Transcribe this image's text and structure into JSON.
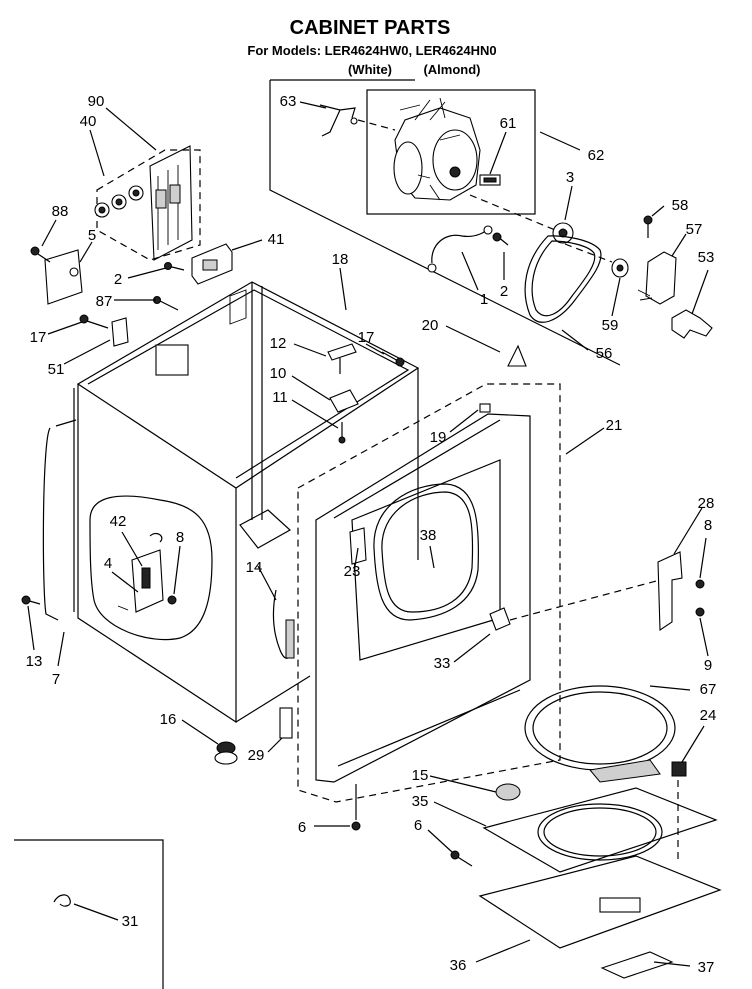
{
  "header": {
    "title": "CABINET PARTS",
    "models_line": "For Models: LER4624HW0, LER4624HN0",
    "white_label": "(White)",
    "almond_label": "(Almond)"
  },
  "callouts": [
    "90",
    "40",
    "88",
    "5",
    "41",
    "2",
    "87",
    "17",
    "51",
    "63",
    "61",
    "62",
    "3",
    "1",
    "2",
    "58",
    "57",
    "53",
    "59",
    "56",
    "18",
    "12",
    "17",
    "10",
    "11",
    "20",
    "19",
    "21",
    "28",
    "8",
    "42",
    "8",
    "4",
    "13",
    "7",
    "14",
    "23",
    "38",
    "33",
    "9",
    "67",
    "16",
    "29",
    "24",
    "15",
    "35",
    "6",
    "6",
    "31",
    "36",
    "37"
  ]
}
